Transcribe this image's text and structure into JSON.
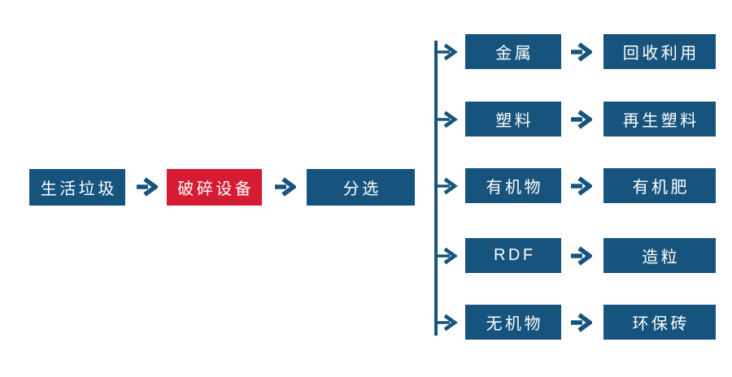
{
  "colors": {
    "node_blue": "#17547D",
    "node_red": "#D51C33",
    "background": "#FFFFFF",
    "text": "#FFFFFF"
  },
  "main_flow": {
    "nodes": [
      {
        "label": "生活垃圾"
      },
      {
        "label": "破碎设备"
      },
      {
        "label": "分选"
      }
    ]
  },
  "branches": [
    {
      "category": "金属",
      "result": "回收利用"
    },
    {
      "category": "塑料",
      "result": "再生塑料"
    },
    {
      "category": "有机物",
      "result": "有机肥"
    },
    {
      "category": "RDF",
      "result": "造粒"
    },
    {
      "category": "无机物",
      "result": "环保砖"
    }
  ],
  "icons": {
    "flow_arrow": "arrow-right-icon",
    "branch_connector": "branch-line"
  }
}
